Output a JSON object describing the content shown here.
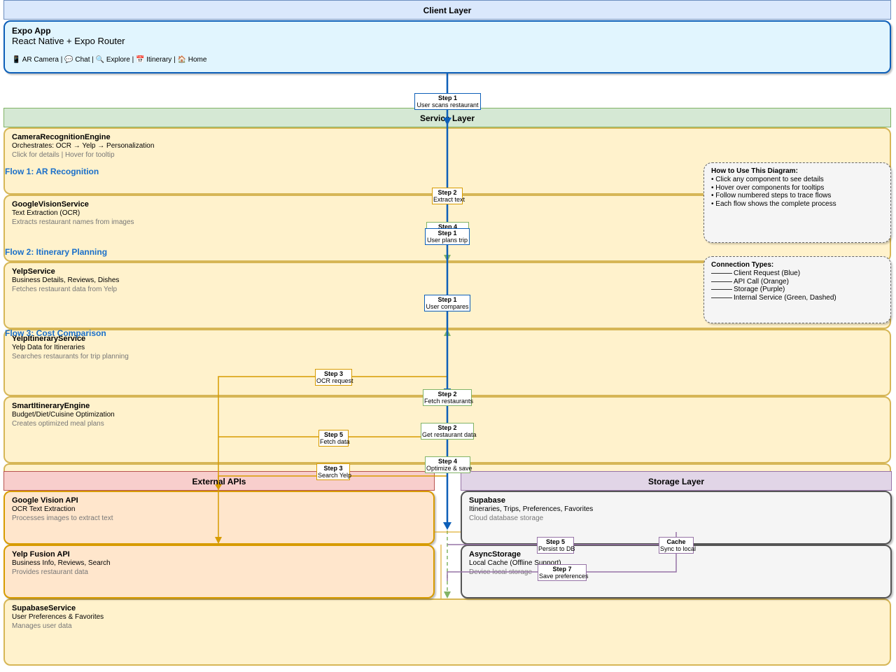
{
  "layers": {
    "client": "Client Layer",
    "service": "Service Layer",
    "external": "External APIs",
    "storage": "Storage Layer"
  },
  "client_app": {
    "title": "Expo App",
    "subtitle": "React Native + Expo Router",
    "nav": [
      {
        "icon": "📱",
        "label": "AR Camera"
      },
      {
        "icon": "💬",
        "label": "Chat"
      },
      {
        "icon": "🔍",
        "label": "Explore"
      },
      {
        "icon": "📅",
        "label": "Itinerary"
      },
      {
        "icon": "🏠",
        "label": "Home"
      }
    ],
    "separator": "|"
  },
  "services": [
    {
      "title": "CameraRecognitionEngine",
      "desc": "Orchestrates: OCR → Yelp → Personalization",
      "note": "Click for details | Hover for tooltip"
    },
    {
      "title": "GoogleVisionService",
      "desc": "Text Extraction (OCR)",
      "note": "Extracts restaurant names from images"
    },
    {
      "title": "YelpService",
      "desc": "Business Details, Reviews, Dishes",
      "note": "Fetches restaurant data from Yelp"
    },
    {
      "title": "YelpItineraryService",
      "desc": "Yelp Data for Itineraries",
      "note": "Searches restaurants for trip planning"
    },
    {
      "title": "SmartItineraryEngine",
      "desc": "Budget/Diet/Cuisine Optimization",
      "note": "Creates optimized meal plans"
    },
    {
      "title": "SupabaseService",
      "desc": "User Preferences & Favorites",
      "note": "Manages user data"
    }
  ],
  "external_apis": [
    {
      "title": "Google Vision API",
      "desc": "OCR Text Extraction",
      "note": "Processes images to extract text"
    },
    {
      "title": "Yelp Fusion API",
      "desc": "Business Info, Reviews, Search",
      "note": "Provides restaurant data"
    }
  ],
  "storage": [
    {
      "title": "Supabase",
      "desc": "Itineraries, Trips, Preferences, Favorites",
      "note": "Cloud database storage"
    },
    {
      "title": "AsyncStorage",
      "desc": "Local Cache (Offline Support)",
      "note": "Device local storage"
    }
  ],
  "flows": {
    "flow1": "Flow 1: AR Recognition",
    "flow2": "Flow 2: Itinerary Planning",
    "flow3": "Flow 3: Cost Comparison"
  },
  "steps": [
    {
      "id": "s1a",
      "num": "Step 1",
      "text": "User scans restaurant",
      "kind": "blue"
    },
    {
      "id": "s2a",
      "num": "Step 2",
      "text": "Extract text",
      "kind": "orange"
    },
    {
      "id": "s4a",
      "num": "Step 4",
      "text": "",
      "kind": "green"
    },
    {
      "id": "s1b",
      "num": "Step 1",
      "text": "User plans trip",
      "kind": "blue"
    },
    {
      "id": "s1c",
      "num": "Step 1",
      "text": "User compares",
      "kind": "blue"
    },
    {
      "id": "s3a",
      "num": "Step 3",
      "text": "OCR request",
      "kind": "orange"
    },
    {
      "id": "s2b",
      "num": "Step 2",
      "text": "Fetch restaurants",
      "kind": "green"
    },
    {
      "id": "s5a",
      "num": "Step 5",
      "text": "Fetch data",
      "kind": "orange"
    },
    {
      "id": "s2c",
      "num": "Step 2",
      "text": "Get restaurant data",
      "kind": "green"
    },
    {
      "id": "s3b",
      "num": "Step 3",
      "text": "Search Yelp",
      "kind": "orange"
    },
    {
      "id": "s4b",
      "num": "Step 4",
      "text": "Optimize & save",
      "kind": "green"
    },
    {
      "id": "s5b",
      "num": "Step 5",
      "text": "Persist to DB",
      "kind": "purple"
    },
    {
      "id": "s6",
      "num": "Cache",
      "text": "Sync to local",
      "kind": "purple"
    },
    {
      "id": "s7",
      "num": "Step 7",
      "text": "Save preferences",
      "kind": "purple"
    }
  ],
  "howto": {
    "title": "How to Use This Diagram:",
    "lines": [
      "• Click any component to see details",
      "• Hover over components for tooltips",
      "• Follow numbered steps to trace flows",
      "• Each flow shows the complete process"
    ]
  },
  "legend": {
    "title": "Connection Types:",
    "items": [
      "Client Request (Blue)",
      "API Call (Orange)",
      "Storage (Purple)",
      "Internal Service (Green, Dashed)"
    ]
  },
  "colors": {
    "client": "#0d5fb8",
    "api": "#d79b00",
    "storage": "#9673a6",
    "internal": "#82b366",
    "flow_label": "#1a6fc9"
  }
}
